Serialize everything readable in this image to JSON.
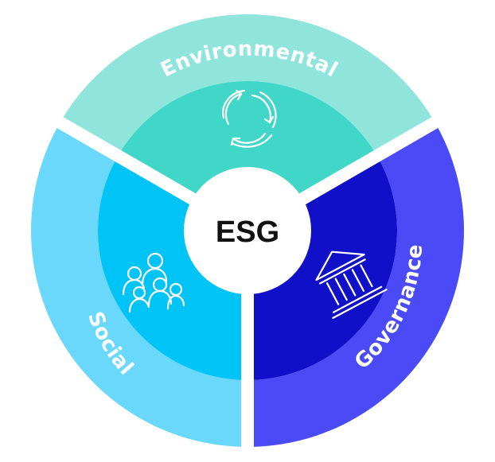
{
  "center": {
    "label": "ESG"
  },
  "segments": [
    {
      "id": "environmental",
      "label": "Environmental",
      "icon": "recycle-icon",
      "outer_color": "#8fe5dc",
      "inner_color": "#40d6c8"
    },
    {
      "id": "social",
      "label": "Social",
      "icon": "people-icon",
      "outer_color": "#6ad8fb",
      "inner_color": "#00c3f6"
    },
    {
      "id": "governance",
      "label": "Governance",
      "icon": "building-icon",
      "outer_color": "#4a4bf7",
      "inner_color": "#1010c8"
    }
  ]
}
